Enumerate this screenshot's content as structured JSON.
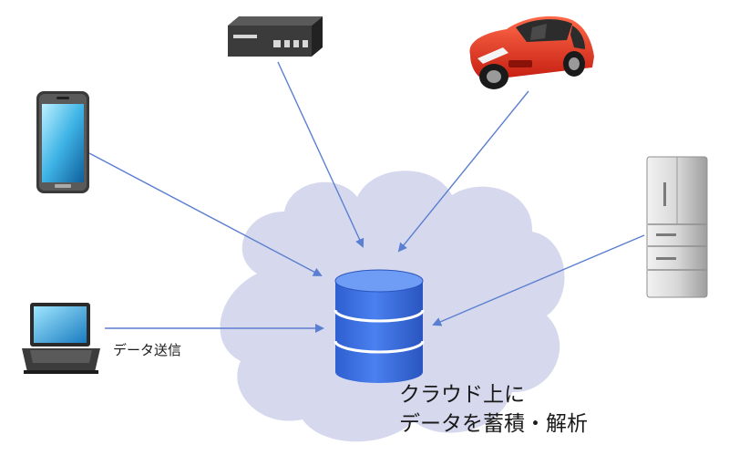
{
  "diagram": {
    "transfer_label": "データ送信",
    "cloud_caption_line1": "クラウド上に",
    "cloud_caption_line2": "データを蓄積・解析"
  },
  "devices": [
    {
      "name": "smartphone",
      "icon": "smartphone-icon"
    },
    {
      "name": "set-top-box",
      "icon": "network-device-icon"
    },
    {
      "name": "car",
      "icon": "car-icon"
    },
    {
      "name": "refrigerator",
      "icon": "refrigerator-icon"
    },
    {
      "name": "laptop",
      "icon": "laptop-icon"
    }
  ],
  "colors": {
    "cloud_fill": "#d6d9ee",
    "database": "#3a6fe0",
    "arrow": "#5b7fd0",
    "car_body": "#e8301c"
  }
}
